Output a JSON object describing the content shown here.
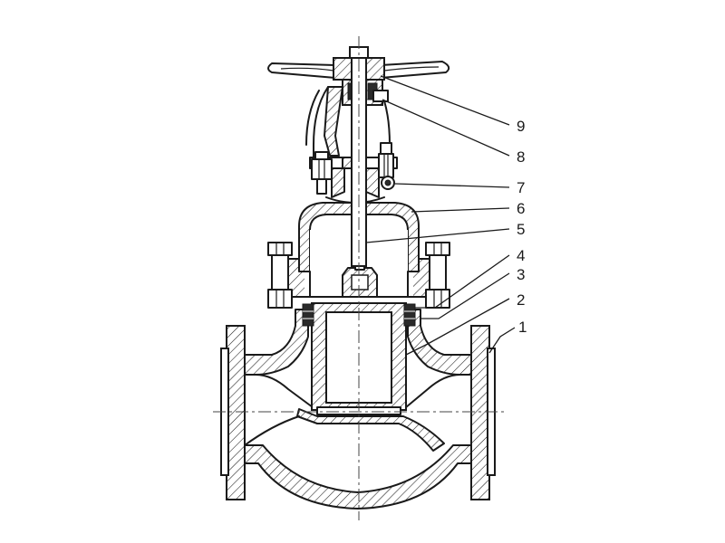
{
  "diagram": {
    "callouts": [
      {
        "id": "part-1",
        "label": "1"
      },
      {
        "id": "part-2",
        "label": "2"
      },
      {
        "id": "part-3",
        "label": "3"
      },
      {
        "id": "part-4",
        "label": "4"
      },
      {
        "id": "part-5",
        "label": "5"
      },
      {
        "id": "part-6",
        "label": "6"
      },
      {
        "id": "part-7",
        "label": "7"
      },
      {
        "id": "part-8",
        "label": "8"
      },
      {
        "id": "part-9",
        "label": "9"
      }
    ]
  }
}
